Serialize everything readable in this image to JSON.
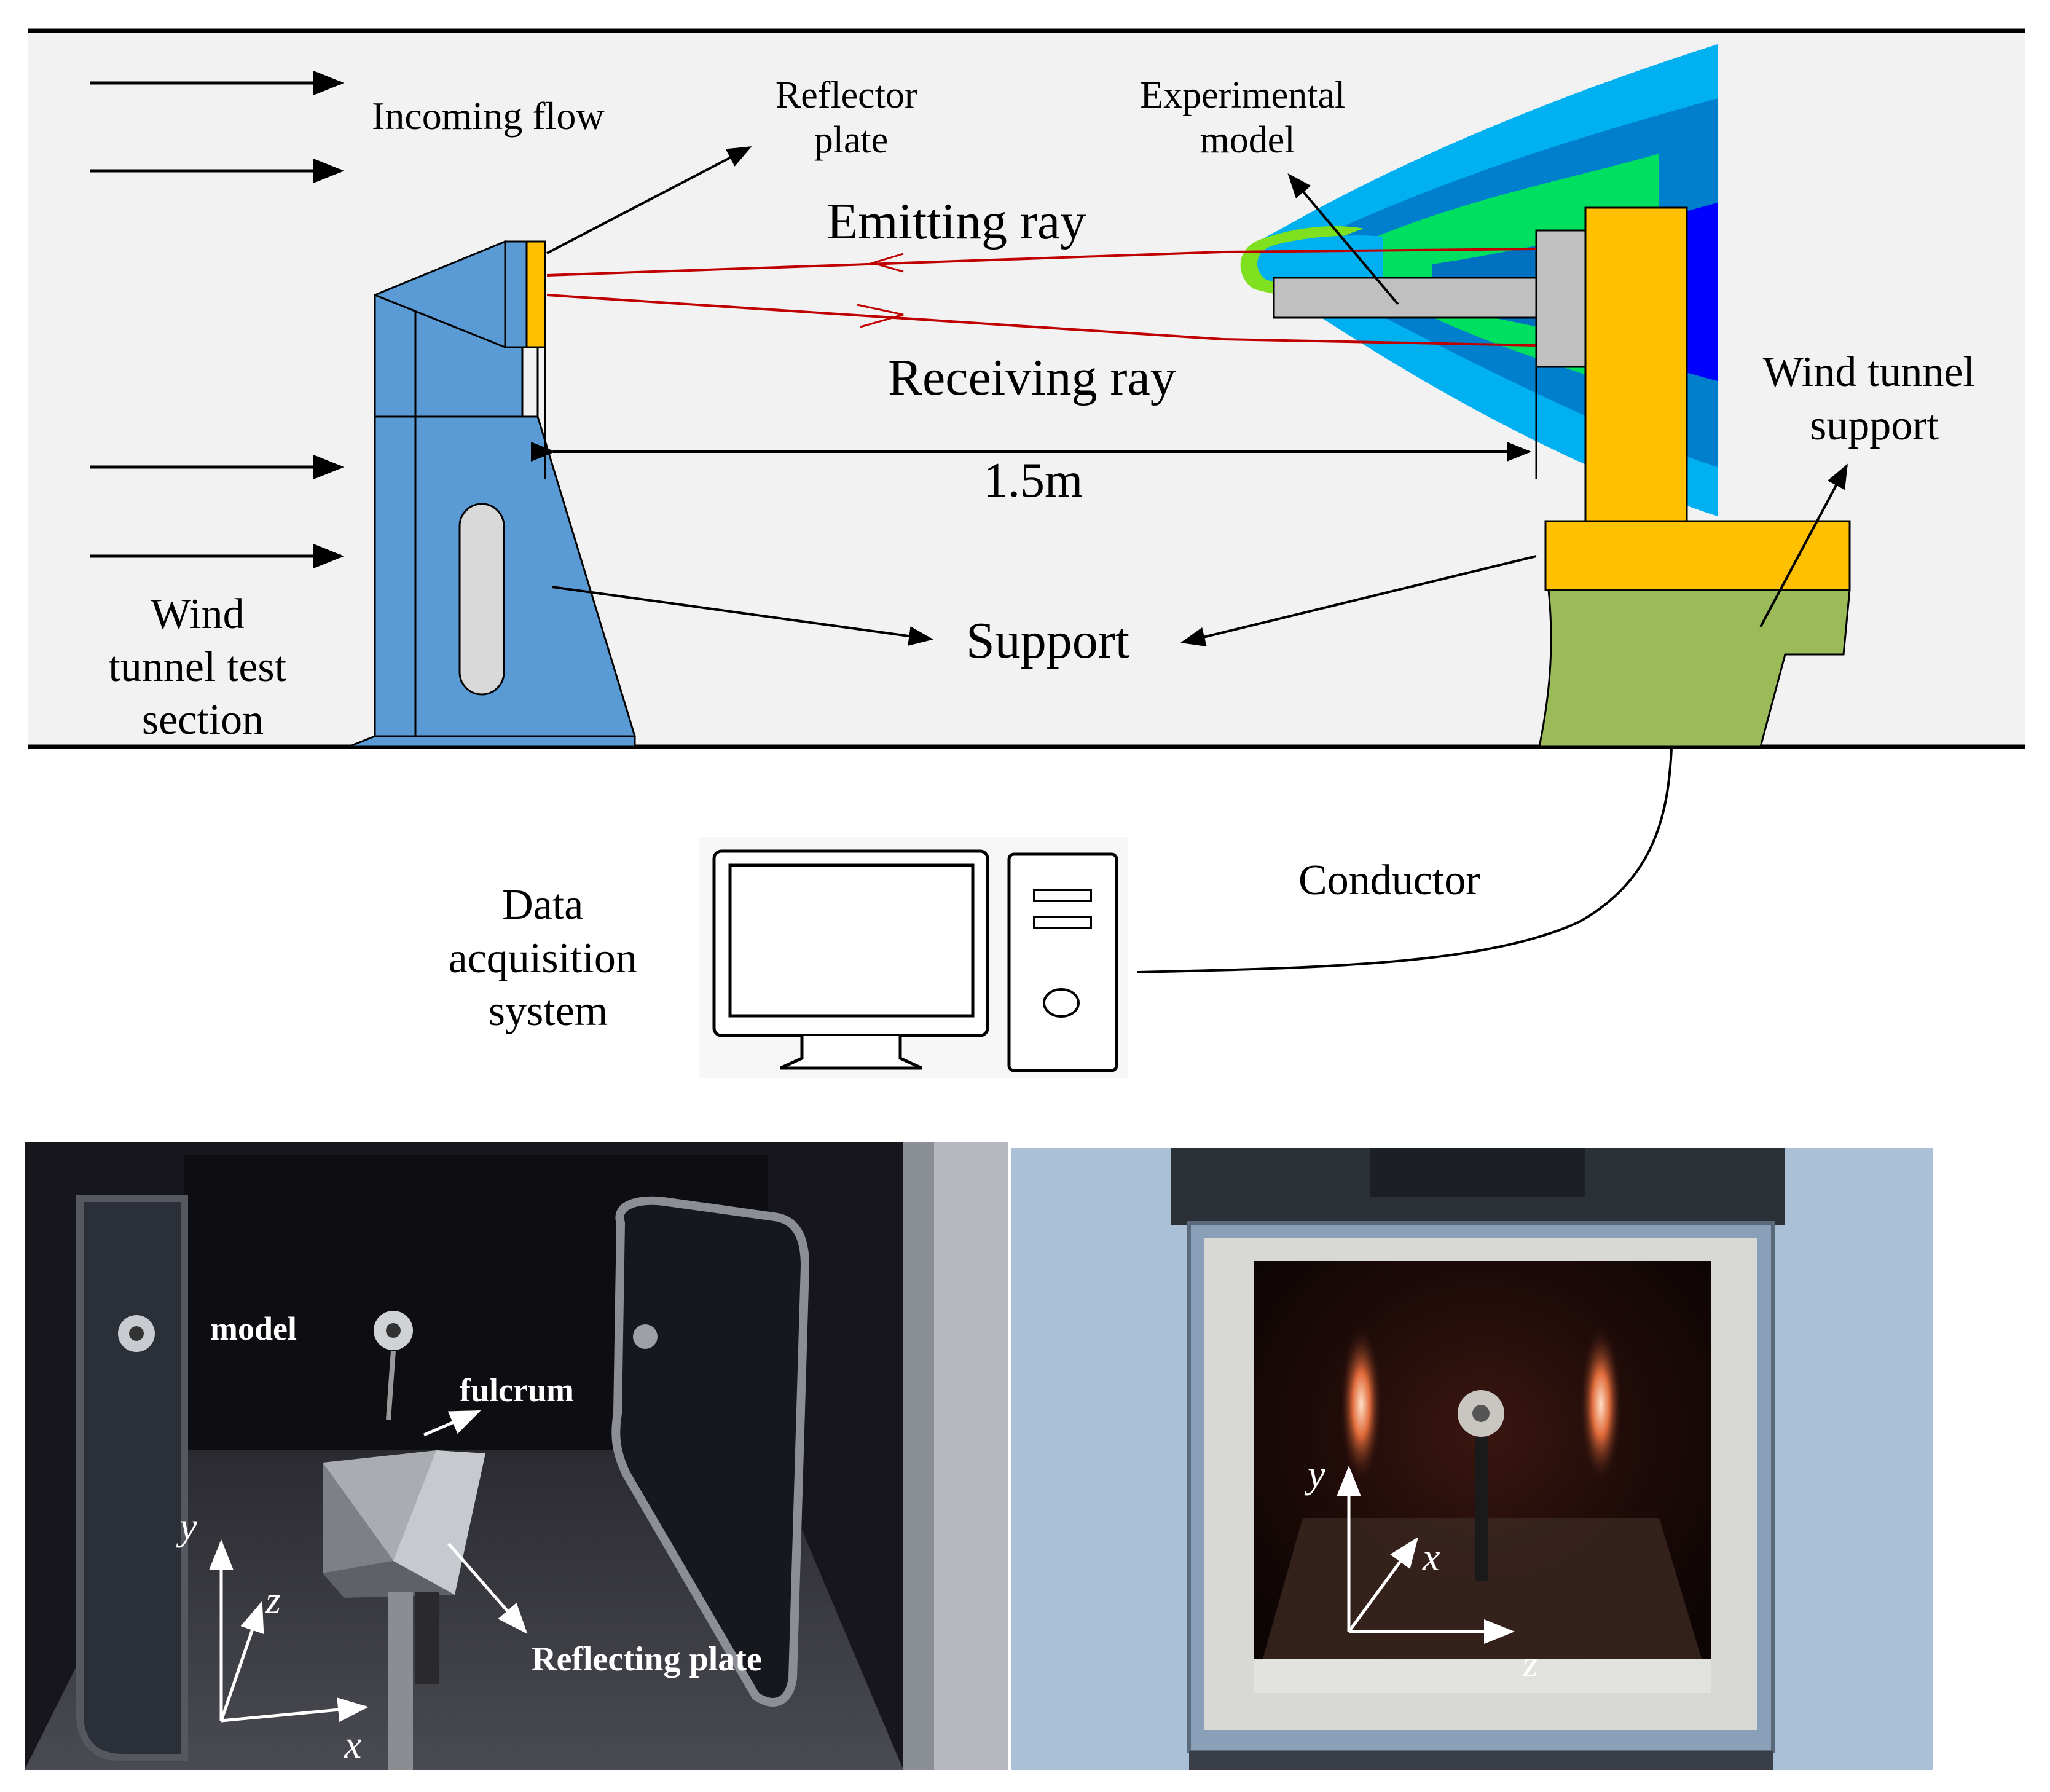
{
  "diagram": {
    "labels": {
      "incoming_flow": "Incoming flow",
      "reflector_plate": [
        "Reflector",
        "plate"
      ],
      "experimental_model": [
        "Experimental",
        "model"
      ],
      "emitting_ray": "Emitting ray",
      "receiving_ray": "Receiving ray",
      "distance": "1.5m",
      "wind_tunnel_support": [
        "Wind tunnel",
        "support"
      ],
      "test_section": [
        "Wind",
        "tunnel test",
        "section"
      ],
      "support": "Support",
      "conductor": "Conductor",
      "data_acquisition": [
        "Data",
        "acquisition",
        "system"
      ]
    },
    "colors": {
      "tunnel_bg": "#f2f2f2",
      "reflector_support": "#5b9bd5",
      "reflector_plate": "#ffc000",
      "tunnel_support": "#ffc000",
      "tunnel_base": "#9bbb59",
      "model": "#c0c0c0",
      "ray": "#c00000",
      "shock_outer": "#00b0f0",
      "shock_mid": "#00ff66",
      "shock_inner": "#0070c0",
      "shock_core": "#0000ff"
    }
  },
  "photos": {
    "left": {
      "labels": {
        "model": "model",
        "fulcrum": "fulcrum",
        "reflecting_plate": "Reflecting plate"
      },
      "axes": {
        "y": "y",
        "z": "z",
        "x": "x"
      }
    },
    "right": {
      "axes": {
        "y": "y",
        "x": "x",
        "z": "z"
      }
    }
  }
}
